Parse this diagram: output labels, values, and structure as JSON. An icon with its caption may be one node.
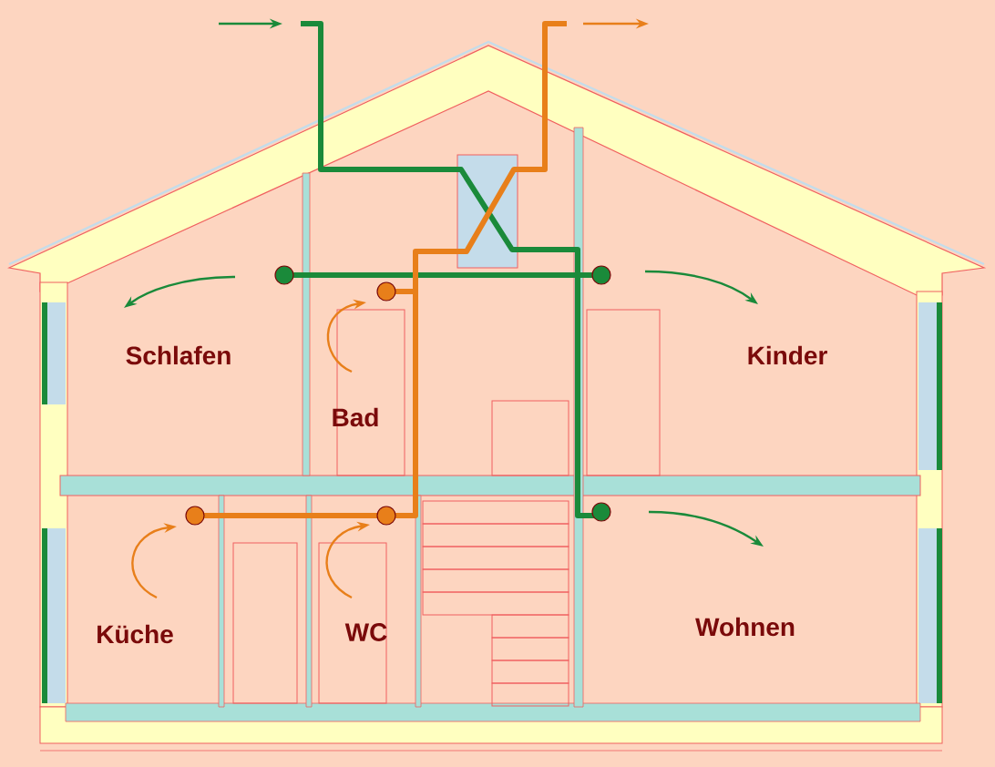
{
  "diagram": {
    "labels": [
      "Schlafen",
      "Bad",
      "Kinder",
      "Küche",
      "WC",
      "Wohnen"
    ]
  }
}
